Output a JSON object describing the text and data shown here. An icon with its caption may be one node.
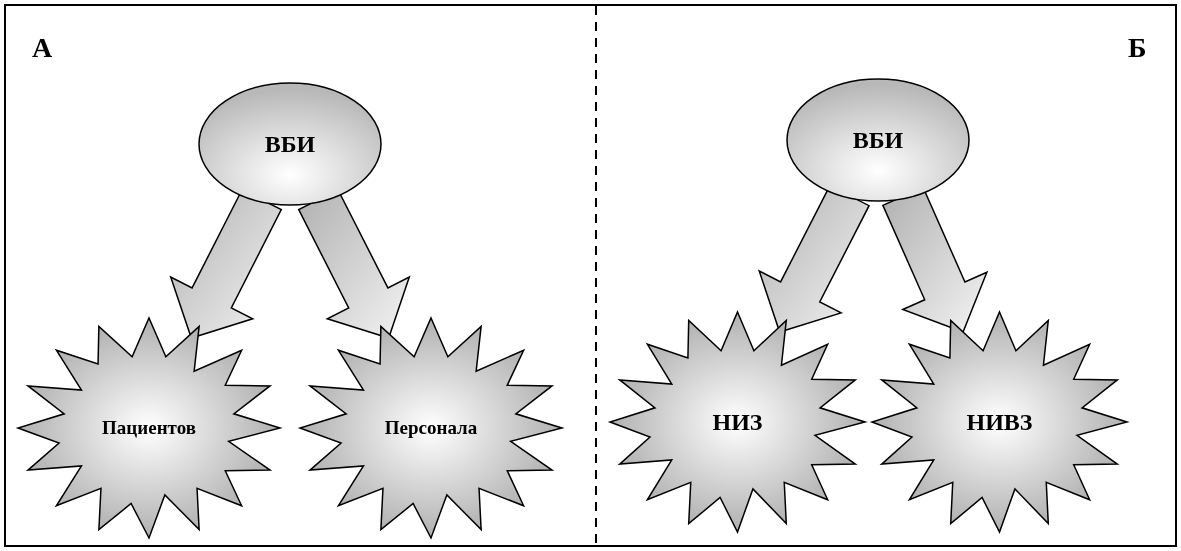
{
  "diagram": {
    "nodes": [
      {
        "text": [
          "ВБИ"
        ]
      },
      {
        "text": [
          "Пациентов"
        ]
      },
      {
        "text": [
          "Персонала"
        ]
      },
      {
        "text": [
          "ВБИ"
        ]
      },
      {
        "text": [
          "НИЗ"
        ]
      },
      {
        "text": [
          "НИВЗ"
        ]
      }
    ],
    "edges": [
      {
        "from": 0,
        "to": 1,
        "arrow": "to"
      },
      {
        "from": 0,
        "to": 2,
        "arrow": "to"
      },
      {
        "from": 3,
        "to": 4,
        "arrow": "to"
      },
      {
        "from": 3,
        "to": 5,
        "arrow": "to"
      }
    ],
    "labels": [
      "А",
      "Б"
    ]
  }
}
